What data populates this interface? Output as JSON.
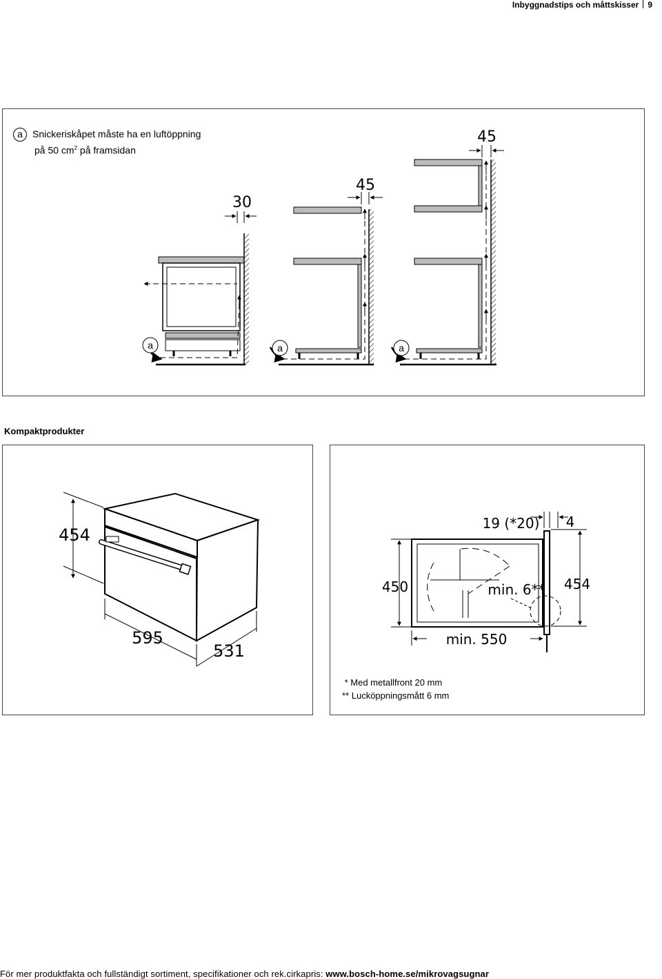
{
  "header": {
    "section": "Inbyggnadstips och måttskisser",
    "page_number": "9"
  },
  "ventilation_panel": {
    "badge": "a",
    "note_line1": "Snickeriskåpet måste ha en luftöppning",
    "note_line2_a": "på 50 cm",
    "note_line2_sup": "2",
    "note_line2_b": " på framsidan",
    "dim_30": "30",
    "dim_45_mid": "45",
    "dim_45_right": "45",
    "marker_a": "a"
  },
  "section_title": "Kompaktprodukter",
  "compact_left": {
    "dim_height": "454",
    "dim_width": "595",
    "dim_depth": "531"
  },
  "compact_right": {
    "dim_front": "19 (*20)",
    "dim_top": "4",
    "dim_height_cabinet": "450",
    "dim_height_door": "454",
    "dim_gap": "min. 6**",
    "dim_depth": "min. 550",
    "footnote1": " * Med metallfront 20 mm",
    "footnote2": "** Lucköppningsmått 6 mm"
  },
  "footer": {
    "text": "För mer produktfakta och fullständigt sortiment, specifikationer och rek.cirkapris: ",
    "link": "www.bosch-home.se/mikrovagsugnar"
  }
}
